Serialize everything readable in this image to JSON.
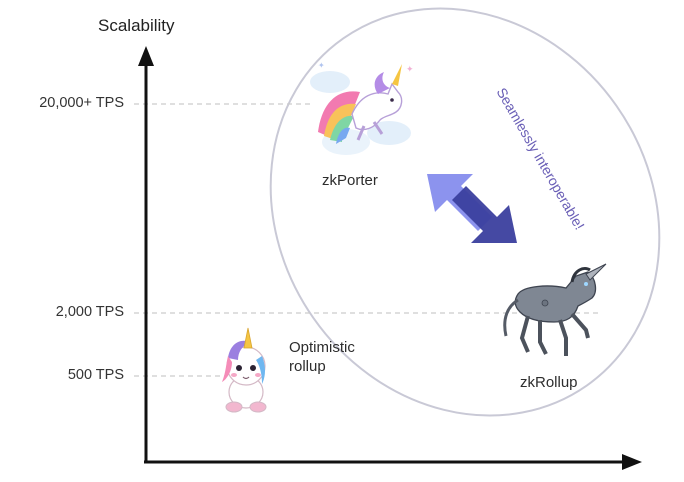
{
  "diagram": {
    "y_axis_title": "Scalability",
    "ticks": [
      {
        "label": "20,000+ TPS",
        "value": 20000
      },
      {
        "label": "2,000 TPS",
        "value": 2000
      },
      {
        "label": "500 TPS",
        "value": 500
      }
    ],
    "nodes": {
      "zkporter": {
        "label": "zkPorter",
        "icon": "rainbow-unicorn-icon"
      },
      "zkrollup": {
        "label": "zkRollup",
        "icon": "robot-unicorn-icon"
      },
      "optimistic": {
        "label": "Optimistic rollup",
        "icon": "cute-unicorn-icon"
      }
    },
    "ellipse_note": "Seamlessly interoperable!",
    "colors": {
      "axis": "#111111",
      "ellipse": "#c9c9d6",
      "arrow_up": "#8c93ee",
      "arrow_down": "#3b3f9e",
      "note": "#6a5fb6",
      "guides": "#cccccc"
    }
  }
}
